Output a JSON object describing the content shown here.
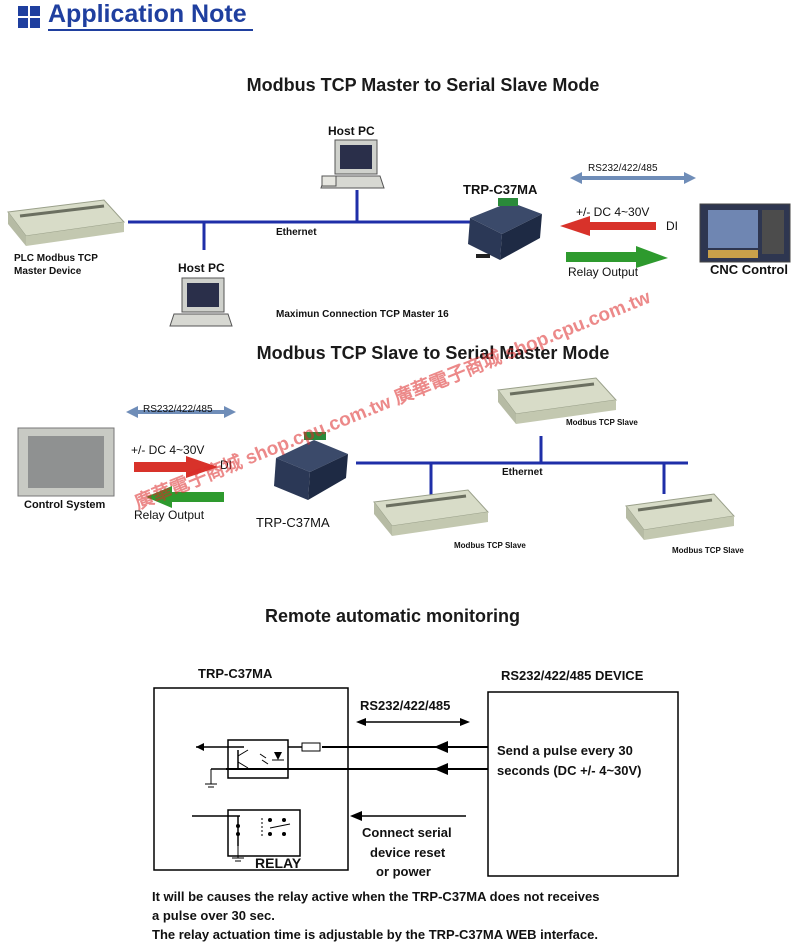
{
  "header": {
    "title": "Application Note"
  },
  "section1": {
    "title": "Modbus TCP Master to Serial Slave Mode",
    "host_pc_top": "Host PC",
    "host_pc_bottom": "Host PC",
    "plc_label": "PLC Modbus TCP\nMaster Device",
    "ethernet": "Ethernet",
    "device": "TRP-C37MA",
    "serial": "RS232/422/485",
    "dc": "+/- DC 4~30V",
    "di": "DI",
    "relay_output": "Relay Output",
    "cnc": "CNC Control",
    "max_conn": "Maximun Connection TCP Master 16"
  },
  "section2": {
    "title": "Modbus TCP Slave to Serial Master Mode",
    "serial": "RS232/422/485",
    "dc": "+/- DC 4~30V",
    "di": "DI",
    "relay_output": "Relay Output",
    "control_system": "Control System",
    "device": "TRP-C37MA",
    "ethernet": "Ethernet",
    "slave_top": "Modbus TCP Slave",
    "slave_mid": "Modbus TCP Slave",
    "slave_right": "Modbus TCP Slave"
  },
  "watermark": "廣華電子商城 shop.cpu.com.tw 廣華電子商城 shop.cpu.com.tw",
  "section3": {
    "title": "Remote automatic monitoring",
    "device": "TRP-C37MA",
    "rs_device": "RS232/422/485 DEVICE",
    "serial": "RS232/422/485",
    "pulse_line1": "Send a pulse every 30",
    "pulse_line2": "seconds (DC +/- 4~30V)",
    "relay": "RELAY",
    "reset_line1": "Connect serial",
    "reset_line2": "device reset",
    "reset_line3": "or power",
    "note_line1": "It will be causes the relay active when the TRP-C37MA does not receives",
    "note_line2": "a pulse over 30 sec.",
    "note_line3": "The relay actuation time is adjustable by the TRP-C37MA WEB interface."
  },
  "colors": {
    "ethernet": "#1f2fa8",
    "di_arrow": "#d8322a",
    "relay_arrow": "#2e9a2e",
    "title_blue": "#1f3f9f"
  }
}
